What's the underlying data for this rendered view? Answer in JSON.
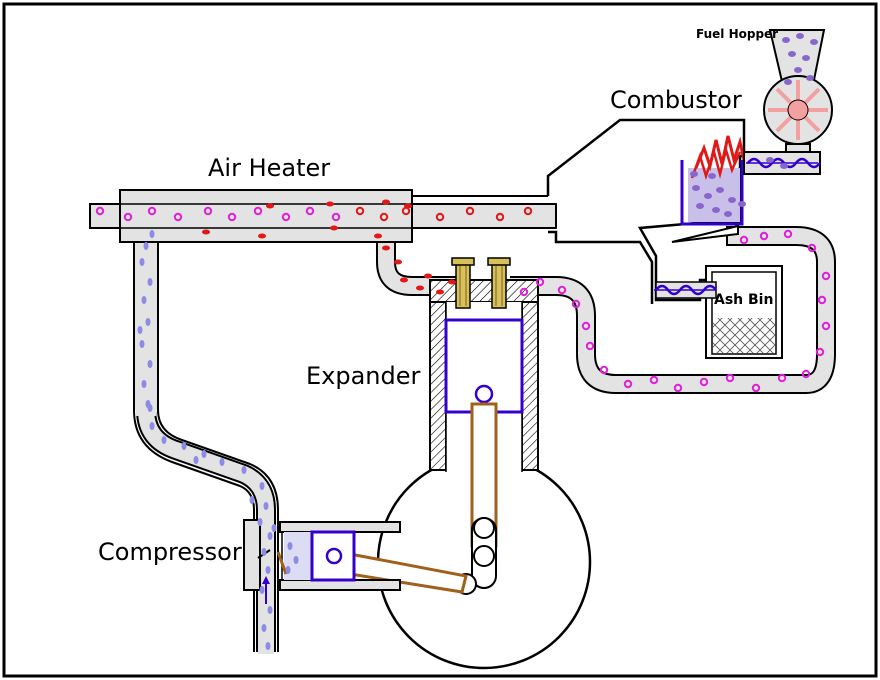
{
  "labels": {
    "fuel_hopper": "Fuel Hopper",
    "combustor": "Combustor",
    "air_heater": "Air Heater",
    "ash_bin": "Ash Bin",
    "expander": "Expander",
    "compressor": "Compressor"
  },
  "colors": {
    "pipe_fill": "#e3e3e3",
    "outline": "#000000",
    "piston": "#3300cc",
    "cold_air": "#8c8ce6",
    "warm_air": "#e020d8",
    "hot_gas": "#e01818",
    "flame": "#e01818",
    "rod": "#a0601a",
    "valve": "#d8c05a",
    "fuel": "#8866cc",
    "rotary_valve": "#f2a0a0",
    "auger": "#3300cc",
    "ash": "#999999"
  }
}
